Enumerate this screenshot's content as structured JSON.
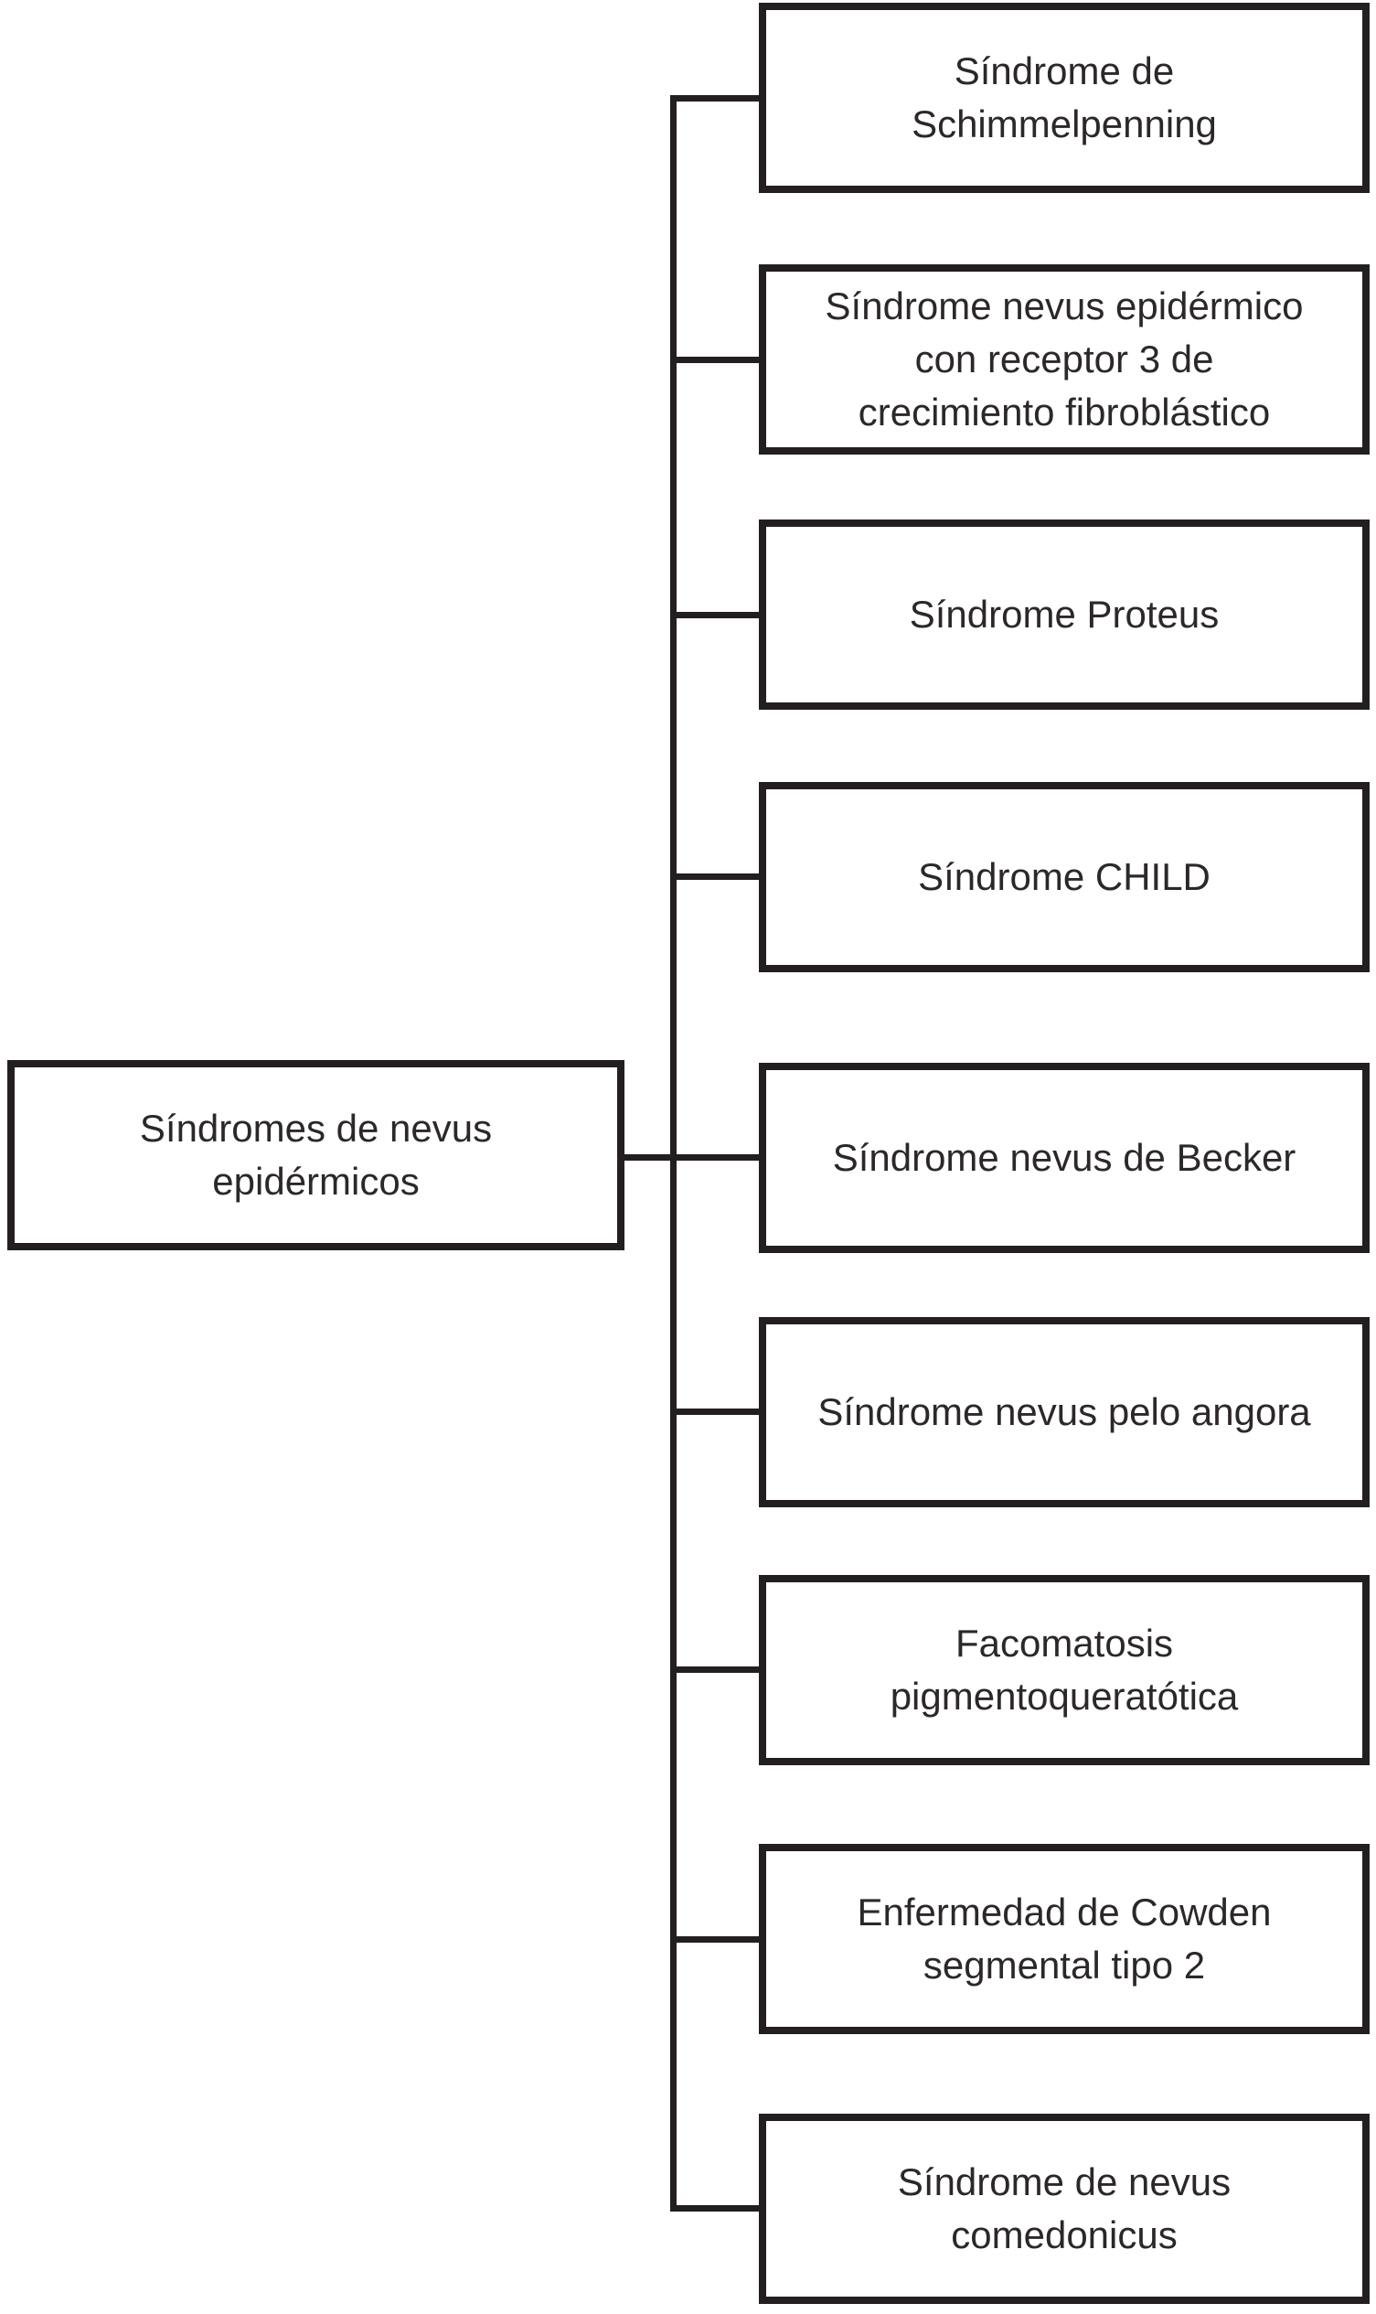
{
  "diagram": {
    "root": {
      "label": "Síndromes de nevus\nepidérmicos"
    },
    "children": [
      {
        "label": "Síndrome de\nSchimmelpenning"
      },
      {
        "label": "Síndrome nevus epidérmico\ncon receptor 3 de\ncrecimiento fibroblástico"
      },
      {
        "label": "Síndrome Proteus"
      },
      {
        "label": "Síndrome CHILD"
      },
      {
        "label": "Síndrome nevus de Becker"
      },
      {
        "label": "Síndrome nevus pelo angora"
      },
      {
        "label": "Facomatosis\npigmentoqueratótica"
      },
      {
        "label": "Enfermedad de Cowden\nsegmental tipo 2"
      },
      {
        "label": "Síndrome de nevus\ncomedonicus"
      }
    ],
    "colors": {
      "line": "#231f20",
      "text": "#2c2829",
      "background": "#ffffff"
    }
  }
}
